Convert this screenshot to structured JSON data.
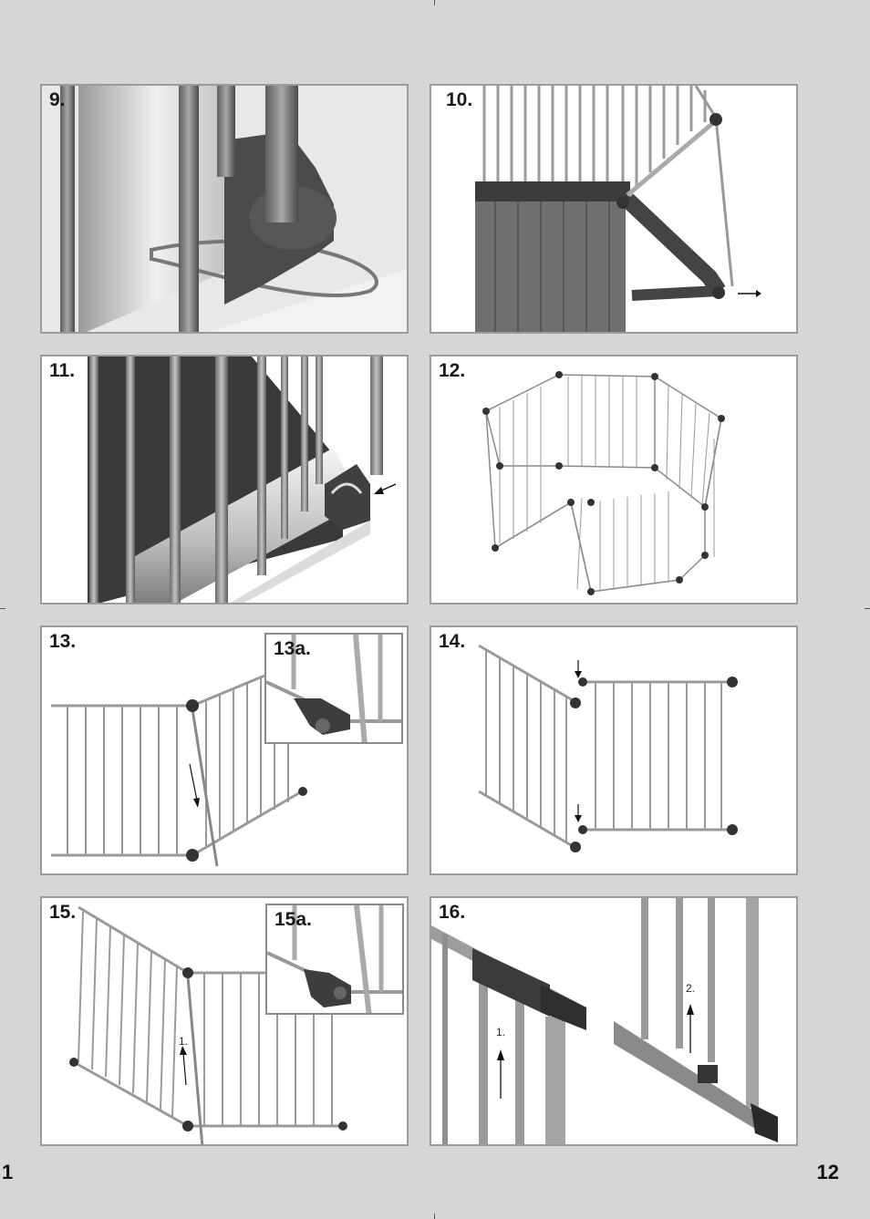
{
  "panels": {
    "p9": {
      "label": "9."
    },
    "p10": {
      "label": "10."
    },
    "p11": {
      "label": "11."
    },
    "p12": {
      "label": "12."
    },
    "p13": {
      "label": "13.",
      "inset_label": "13a."
    },
    "p14": {
      "label": "14."
    },
    "p15": {
      "label": "15.",
      "inset_label": "15a.",
      "step1": "1."
    },
    "p16": {
      "label": "16.",
      "step1": "1.",
      "step2": "2."
    }
  },
  "page_numbers": {
    "left": "1",
    "right": "12"
  }
}
